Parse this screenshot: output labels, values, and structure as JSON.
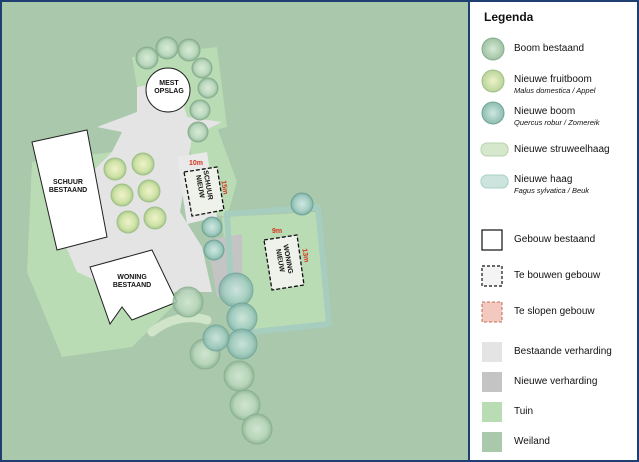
{
  "colors": {
    "weiland": "#a9c8ac",
    "tuin": "#b9dcb5",
    "verharding": "#e4e4e4",
    "nieuwe_verharding": "#c4c4c4",
    "border": "#1f3f73",
    "dimension": "#d2361e"
  },
  "map": {
    "buildings": {
      "mest": "MEST\nOPSLAG",
      "schuur_bestaand": "SCHUUR\nBESTAAND",
      "woning_bestaand": "WONING\nBESTAAND",
      "schuur_nieuw": "SCHUUR\nNIEUW",
      "woning_nieuw": "WONING\nNIEUW"
    },
    "dimensions": {
      "schuur_width": "10m",
      "schuur_depth": "15m",
      "woning_width": "9m",
      "woning_depth": "13m"
    }
  },
  "legend": {
    "title": "Legenda",
    "items": [
      {
        "id": "boom-bestaand",
        "label": "Boom bestaand",
        "sub": "",
        "symbol": "tree-existing"
      },
      {
        "id": "nieuwe-fruitboom",
        "label": "Nieuwe fruitboom",
        "sub": "Malus domestica / Appel",
        "symbol": "tree-fruit"
      },
      {
        "id": "nieuwe-boom",
        "label": "Nieuwe boom",
        "sub": "Quercus robur / Zomereik",
        "symbol": "tree-new"
      },
      {
        "id": "nieuwe-struweelhaag",
        "label": "Nieuwe struweelhaag",
        "sub": "",
        "symbol": "hedge-shrub"
      },
      {
        "id": "nieuwe-haag",
        "label": "Nieuwe haag",
        "sub": "Fagus sylvatica / Beuk",
        "symbol": "hedge-beech"
      },
      {
        "id": "gebouw-bestaand",
        "label": "Gebouw bestaand",
        "sub": "",
        "symbol": "building-existing"
      },
      {
        "id": "te-bouwen-gebouw",
        "label": "Te bouwen gebouw",
        "sub": "",
        "symbol": "building-new"
      },
      {
        "id": "te-slopen-gebouw",
        "label": "Te slopen gebouw",
        "sub": "",
        "symbol": "building-demolish"
      },
      {
        "id": "bestaande-verharding",
        "label": "Bestaande verharding",
        "sub": "",
        "symbol": "paving-existing"
      },
      {
        "id": "nieuwe-verharding",
        "label": "Nieuwe verharding",
        "sub": "",
        "symbol": "paving-new"
      },
      {
        "id": "tuin",
        "label": "Tuin",
        "sub": "",
        "symbol": "garden"
      },
      {
        "id": "weiland",
        "label": "Weiland",
        "sub": "",
        "symbol": "meadow"
      }
    ]
  }
}
